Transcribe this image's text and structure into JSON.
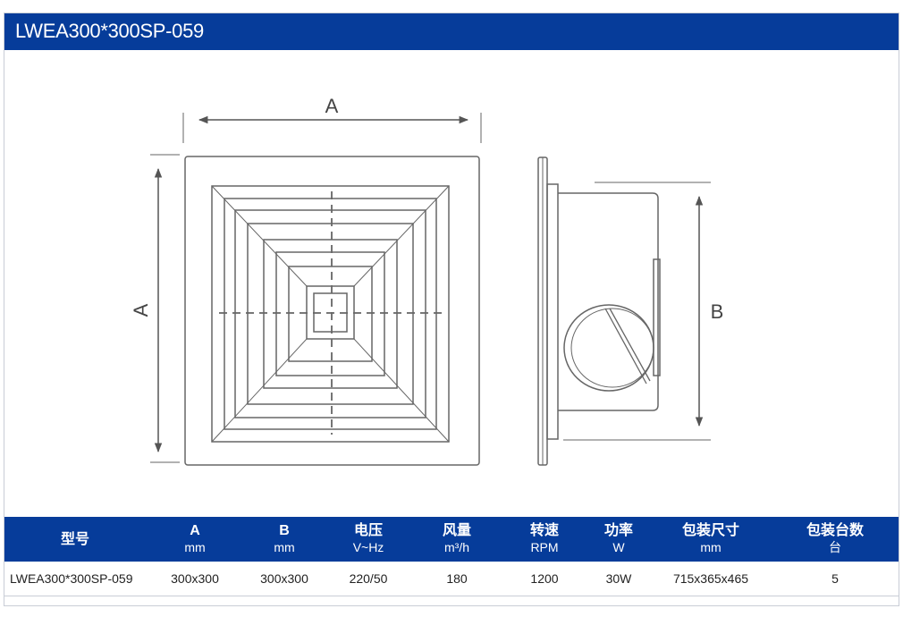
{
  "title": "LWEA300*300SP-059",
  "diagram": {
    "front_width_label": "A",
    "front_height_label": "A",
    "side_height_label": "B"
  },
  "table": {
    "headers": [
      {
        "main": "型号",
        "sub": ""
      },
      {
        "main": "A",
        "sub": "mm"
      },
      {
        "main": "B",
        "sub": "mm"
      },
      {
        "main": "电压",
        "sub": "V~Hz"
      },
      {
        "main": "风量",
        "sub": "m³/h"
      },
      {
        "main": "转速",
        "sub": "RPM"
      },
      {
        "main": "功率",
        "sub": "W"
      },
      {
        "main": "包装尺寸",
        "sub": "mm"
      },
      {
        "main": "包装台数",
        "sub": "台"
      }
    ],
    "row": [
      "LWEA300*300SP-059",
      "300x300",
      "300x300",
      "220/50",
      "180",
      "1200",
      "30W",
      "715x365x465",
      "5"
    ]
  }
}
